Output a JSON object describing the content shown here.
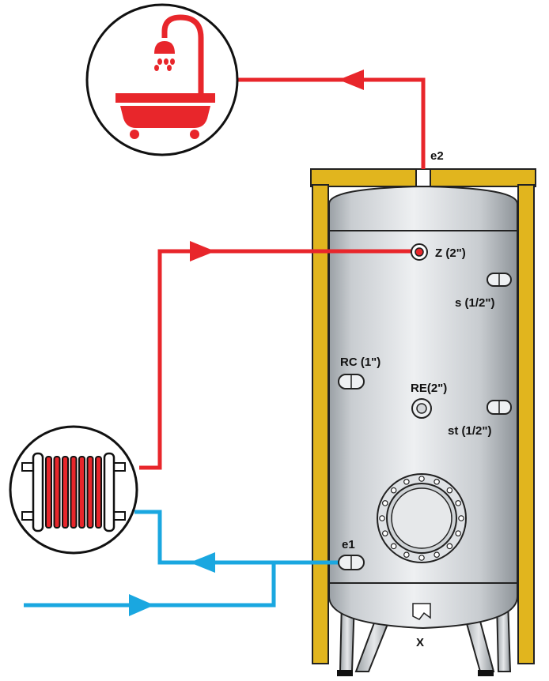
{
  "labels": {
    "e2": "e2",
    "z": "Z (2\")",
    "s": "s (1/2\")",
    "rc": "RC (1\")",
    "re": "RE(2\")",
    "st": "st (1/2\")",
    "e1": "e1",
    "x": "X"
  },
  "colors": {
    "hot_pipe": "#e8262b",
    "cold_pipe": "#1aa7e0",
    "frame": "#e1b51e",
    "tank": "#cfd3d6"
  },
  "icons": {
    "shower": "bathtub-shower-icon",
    "radiator": "radiator-icon"
  }
}
